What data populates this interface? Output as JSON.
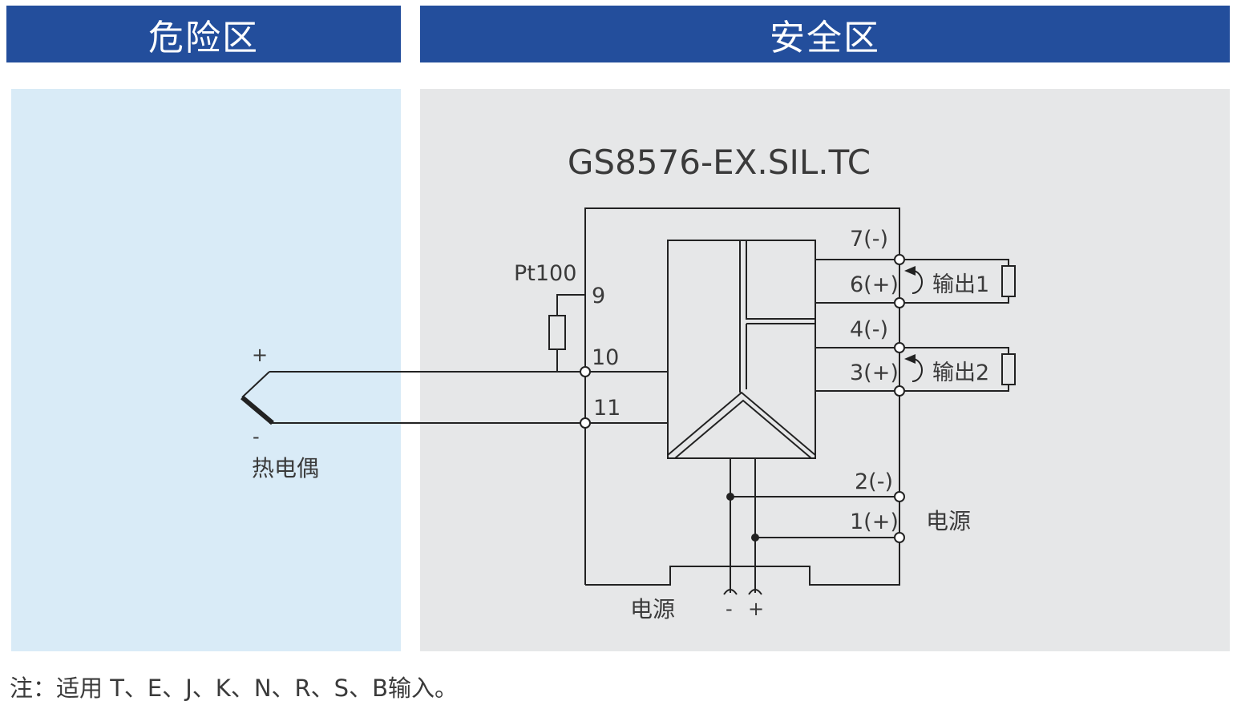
{
  "header": {
    "hazardous_zone": "危险区",
    "safe_zone": "安全区"
  },
  "device": {
    "model": "GS8576-EX.SIL.TC"
  },
  "sensor": {
    "rtd_label": "Pt100",
    "thermocouple_label": "热电偶",
    "plus": "+",
    "minus": "-"
  },
  "terminals": {
    "t9": "9",
    "t10": "10",
    "t11": "11",
    "t7": "7(-)",
    "t6": "6(+)",
    "t4": "4(-)",
    "t3": "3(+)",
    "t2": "2(-)",
    "t1": "1(+)"
  },
  "outputs": {
    "output1": "输出1",
    "output2": "输出2"
  },
  "power": {
    "side_label": "电源",
    "bottom_label": "电源",
    "minus": "-",
    "plus": "+"
  },
  "footnote": "注：适用 T、E、J、K、N、R、S、B输入。",
  "colors": {
    "header": "#234e9c",
    "hazard_bg": "#d9ebf7",
    "safe_bg": "#e6e7e8",
    "line": "#222222"
  }
}
